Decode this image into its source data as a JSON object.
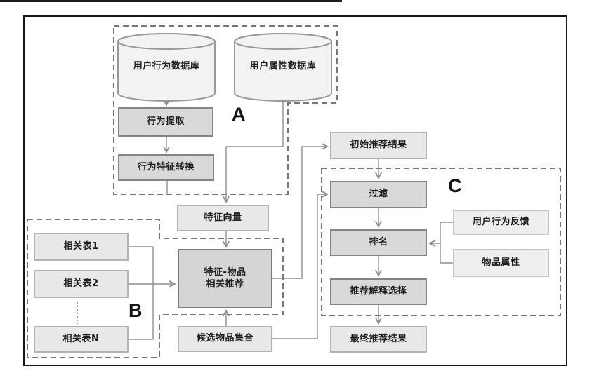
{
  "diagram": {
    "groups": {
      "a_label": "A",
      "b_label": "B",
      "c_label": "C"
    },
    "databases": {
      "user_behavior_db": "用户行为数据库",
      "user_attr_db": "用户属性数据库"
    },
    "nodes": {
      "behavior_extract": "行为提取",
      "behavior_transform": "行为特征转换",
      "feature_vector": "特征向量",
      "feature_item_rec": "特征-物品\n相关推荐",
      "candidate_set": "候选物品集合",
      "rel_table_1": "相关表1",
      "rel_table_2": "相关表2",
      "rel_table_n": "相关表N",
      "initial_result": "初始推荐结果",
      "filter": "过滤",
      "ranking": "排名",
      "explain_select": "推荐解释选择",
      "final_result": "最终推荐结果",
      "user_feedback": "用户行为反馈",
      "item_attr": "物品属性"
    },
    "colors": {
      "process_fill": "#d9d9d9",
      "process_border": "#848484",
      "data_fill": "#e8e8e8",
      "data_border": "#b3b3b3",
      "cylinder_fill": "#f3f3f3",
      "connector": "#8f8f8f",
      "dashed_group": "#777777",
      "frame": "#161616"
    }
  }
}
